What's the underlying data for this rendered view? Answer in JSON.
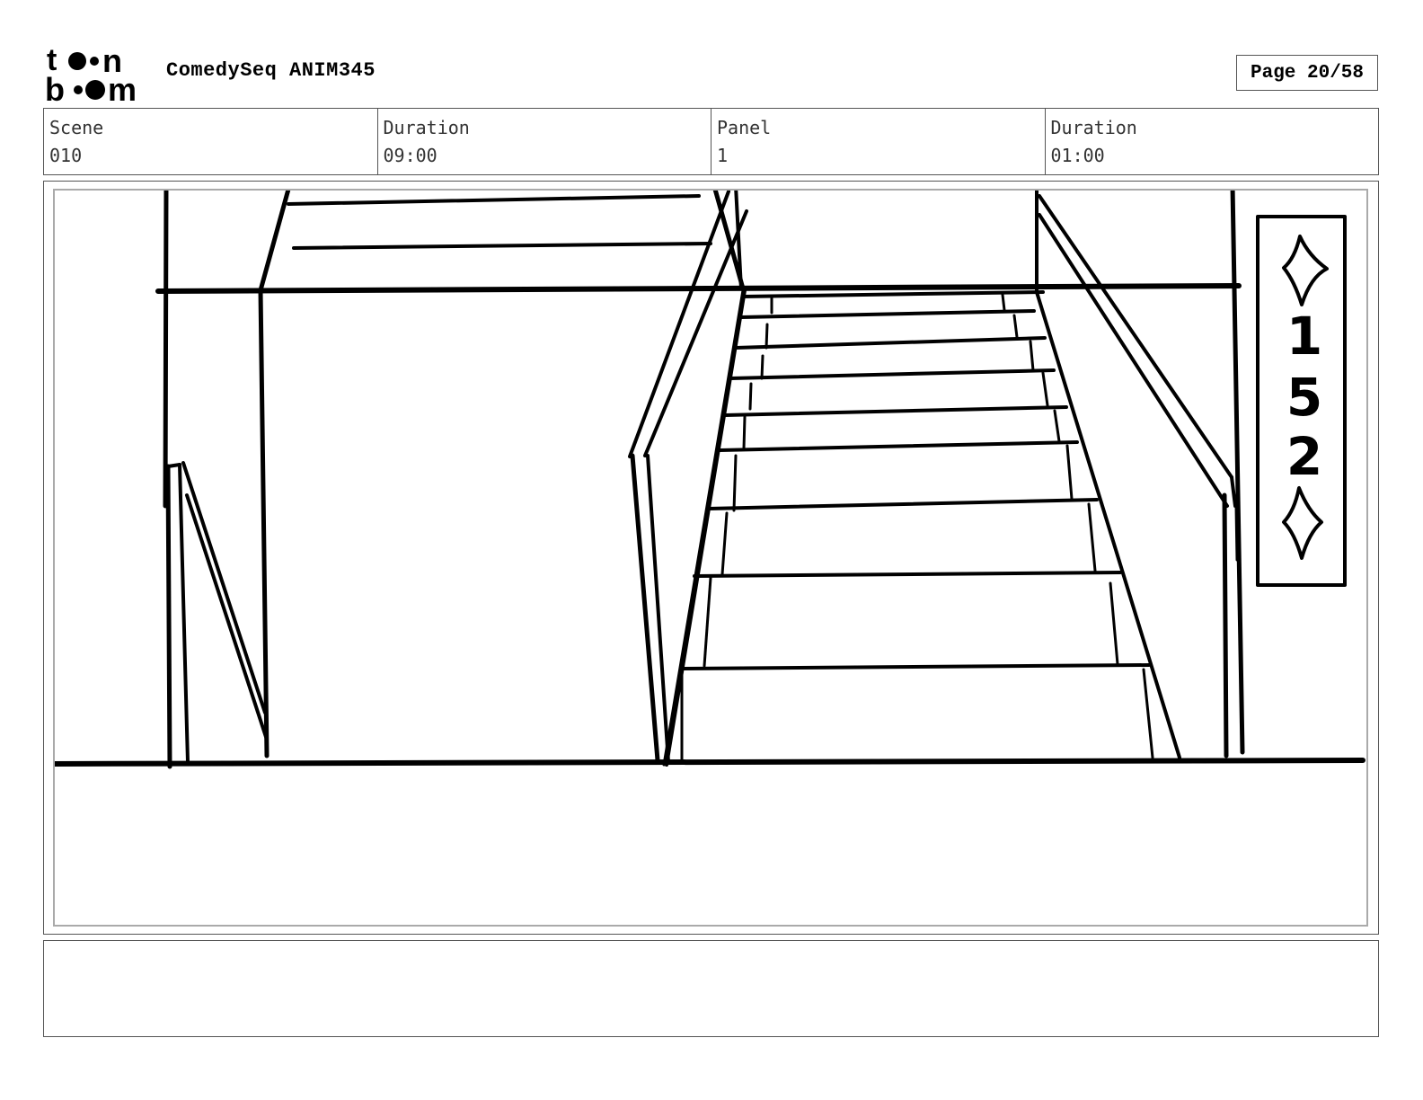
{
  "header": {
    "logo_name": "toon boom",
    "project_title": "ComedySeq ANIM345",
    "page_label": "Page 20/58"
  },
  "info": {
    "scene_label": "Scene",
    "scene_value": "010",
    "scene_duration_label": "Duration",
    "scene_duration_value": "09:00",
    "panel_label": "Panel",
    "panel_value": "1",
    "panel_duration_label": "Duration",
    "panel_duration_value": "01:00"
  },
  "sketch": {
    "sign_digits": [
      "1",
      "5",
      "2"
    ]
  }
}
